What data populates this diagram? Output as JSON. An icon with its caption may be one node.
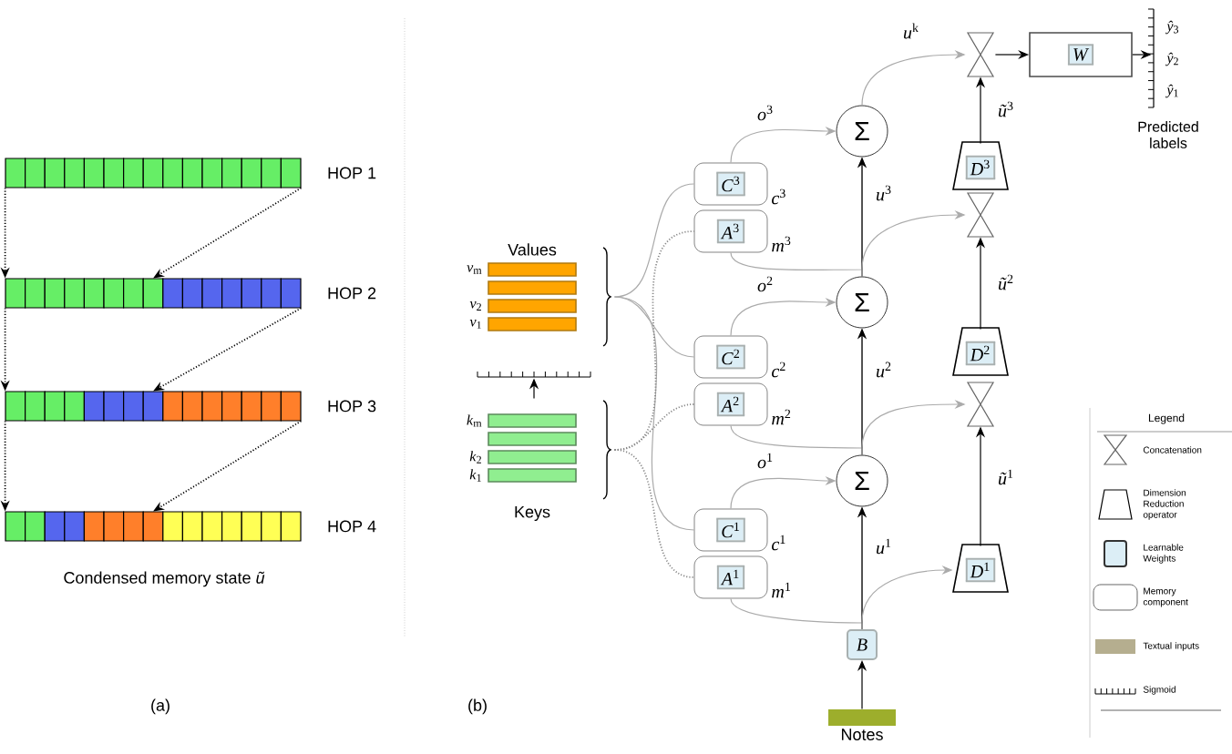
{
  "diagram": {
    "nodes": [
      {
        "text": [],
        "shape": "bar",
        "beside": [
          "HOP 1"
        ]
      },
      {
        "text": [],
        "shape": "bar",
        "beside": [
          "HOP 2"
        ]
      },
      {
        "text": [],
        "shape": "bar",
        "beside": [
          "HOP 3"
        ]
      },
      {
        "text": [],
        "shape": "bar",
        "beside": [
          "HOP 4"
        ]
      },
      {
        "text": [
          "Values"
        ],
        "beside": [
          "*v*$_{m}$",
          "*v*$_{2}$",
          "*v*$_{1}$"
        ]
      },
      {
        "text": [],
        "shape": "ruler"
      },
      {
        "text": [
          "Keys"
        ],
        "beside": [
          "*k*$_{m}$",
          "*k*$_{2}$",
          "*k*$_{1}$"
        ]
      },
      {
        "text": [
          "*C*$^{3}$"
        ],
        "beside": [
          "*c*$^{3}$"
        ]
      },
      {
        "text": [
          "*A*$^{3}$"
        ],
        "beside": [
          "*m*$^{3}$"
        ]
      },
      {
        "text": [
          "*C*$^{2}$"
        ],
        "beside": [
          "*c*$^{2}$"
        ]
      },
      {
        "text": [
          "*A*$^{2}$"
        ],
        "beside": [
          "*m*$^{2}$"
        ]
      },
      {
        "text": [
          "*C*$^{1}$"
        ],
        "beside": [
          "*c*$^{1}$"
        ]
      },
      {
        "text": [
          "*A*$^{1}$"
        ],
        "beside": [
          "*m*$^{1}$"
        ]
      },
      {
        "text": [
          "Σ"
        ]
      },
      {
        "text": [
          "Σ"
        ]
      },
      {
        "text": [
          "Σ"
        ]
      },
      {
        "text": [
          "*B*"
        ]
      },
      {
        "text": [
          "Notes"
        ]
      },
      {
        "text": [],
        "shape": "hourglass"
      },
      {
        "text": [
          "*W*"
        ]
      },
      {
        "text": [
          "*ŷ*$_{3}$",
          "*ŷ*$_{2}$",
          "*ŷ*$_{1}$",
          "Predicted labels"
        ]
      },
      {
        "text": [
          "*D*$^{3}$"
        ]
      },
      {
        "text": [],
        "shape": "hourglass"
      },
      {
        "text": [
          "*D*$^{2}$"
        ]
      },
      {
        "text": [],
        "shape": "hourglass"
      },
      {
        "text": [
          "*D*$^{1}$"
        ]
      }
    ],
    "edges": [
      {
        "from": 0,
        "to": 1,
        "arrow": "to",
        "style": "dashed"
      },
      {
        "from": 1,
        "to": 2,
        "arrow": "to",
        "style": "dashed"
      },
      {
        "from": 2,
        "to": 3,
        "arrow": "to",
        "style": "dashed"
      },
      {
        "from": 0,
        "to": 1,
        "arrow": "to",
        "style": "dashed"
      },
      {
        "from": 1,
        "to": 2,
        "arrow": "to",
        "style": "dashed"
      },
      {
        "from": 2,
        "to": 3,
        "arrow": "to",
        "style": "dashed"
      },
      {
        "from": 6,
        "to": 5,
        "arrow": "to"
      },
      {
        "from": 4,
        "to": 7,
        "arrow": "none",
        "color": "#aaaaaa"
      },
      {
        "from": 4,
        "to": 9,
        "arrow": "none",
        "color": "#aaaaaa"
      },
      {
        "from": 4,
        "to": 11,
        "arrow": "none",
        "color": "#aaaaaa"
      },
      {
        "from": 6,
        "to": 8,
        "arrow": "none",
        "style": "dashed",
        "color": "#888888"
      },
      {
        "from": 6,
        "to": 10,
        "arrow": "none",
        "style": "dashed",
        "color": "#888888"
      },
      {
        "from": 6,
        "to": 12,
        "arrow": "none",
        "style": "dashed",
        "color": "#888888"
      },
      {
        "from": 7,
        "to": 13,
        "arrow": "to",
        "label": "*o*$^{3}$",
        "color": "#aaaaaa"
      },
      {
        "from": 9,
        "to": 14,
        "arrow": "to",
        "label": "*o*$^{2}$",
        "color": "#aaaaaa"
      },
      {
        "from": 11,
        "to": 15,
        "arrow": "to",
        "label": "*o*$^{1}$",
        "color": "#aaaaaa"
      },
      {
        "from": 8,
        "to": 13,
        "arrow": "to",
        "color": "#aaaaaa"
      },
      {
        "from": 10,
        "to": 14,
        "arrow": "to",
        "color": "#aaaaaa"
      },
      {
        "from": 12,
        "to": 15,
        "arrow": "to",
        "color": "#aaaaaa"
      },
      {
        "from": 14,
        "to": 13,
        "arrow": "to",
        "label": "*u*$^{3}$"
      },
      {
        "from": 15,
        "to": 14,
        "arrow": "to",
        "label": "*u*$^{2}$"
      },
      {
        "from": 16,
        "to": 15,
        "arrow": "to",
        "label": "*u*$^{1}$"
      },
      {
        "from": 14,
        "to": 22,
        "arrow": "to",
        "color": "#aaaaaa"
      },
      {
        "from": 15,
        "to": 24,
        "arrow": "to",
        "color": "#aaaaaa"
      },
      {
        "from": 16,
        "to": 25,
        "arrow": "to",
        "color": "#aaaaaa"
      },
      {
        "from": 13,
        "to": 18,
        "arrow": "to",
        "label": "*u*$^{k}$",
        "color": "#aaaaaa"
      },
      {
        "from": 17,
        "to": 16,
        "arrow": "to"
      },
      {
        "from": 25,
        "to": 24,
        "arrow": "to",
        "label": "*ũ*$^{1}$"
      },
      {
        "from": 23,
        "to": 22,
        "arrow": "to",
        "label": "*ũ*$^{2}$"
      },
      {
        "from": 21,
        "to": 18,
        "arrow": "to",
        "label": "*ũ*$^{3}$"
      },
      {
        "from": 18,
        "to": 19,
        "arrow": "to"
      },
      {
        "from": 19,
        "to": 20,
        "arrow": "to"
      }
    ],
    "labels": [
      "Condensed memory state *ũ*",
      "(a)",
      "(b)",
      "Legend"
    ],
    "legend": [
      {
        "text": "Concatenation"
      },
      {
        "text": "Dimension Reduction operator"
      },
      {
        "text": "Learnable Weights"
      },
      {
        "text": "Memory component"
      },
      {
        "text": "Textual inputs",
        "color": "#b5ae8f"
      },
      {
        "text": "Sigmoid"
      }
    ]
  }
}
